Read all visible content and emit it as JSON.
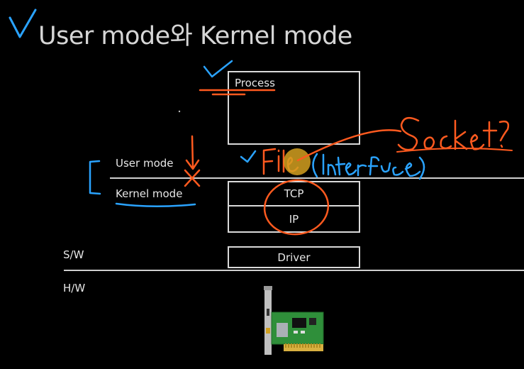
{
  "title": "User mode와 Kernel mode",
  "diagram": {
    "process_label": "Process",
    "user_mode_label": "User mode",
    "kernel_mode_label": "Kernel mode",
    "tcp_label": "TCP",
    "ip_label": "IP",
    "driver_label": "Driver",
    "sw_label": "S/W",
    "hw_label": "H/W"
  },
  "colors": {
    "background": "#000000",
    "text": "#e6e6e6",
    "annotation_orange": "#ff5a1f",
    "annotation_blue": "#2aa3ff",
    "pointer_highlight": "#d4a020"
  }
}
